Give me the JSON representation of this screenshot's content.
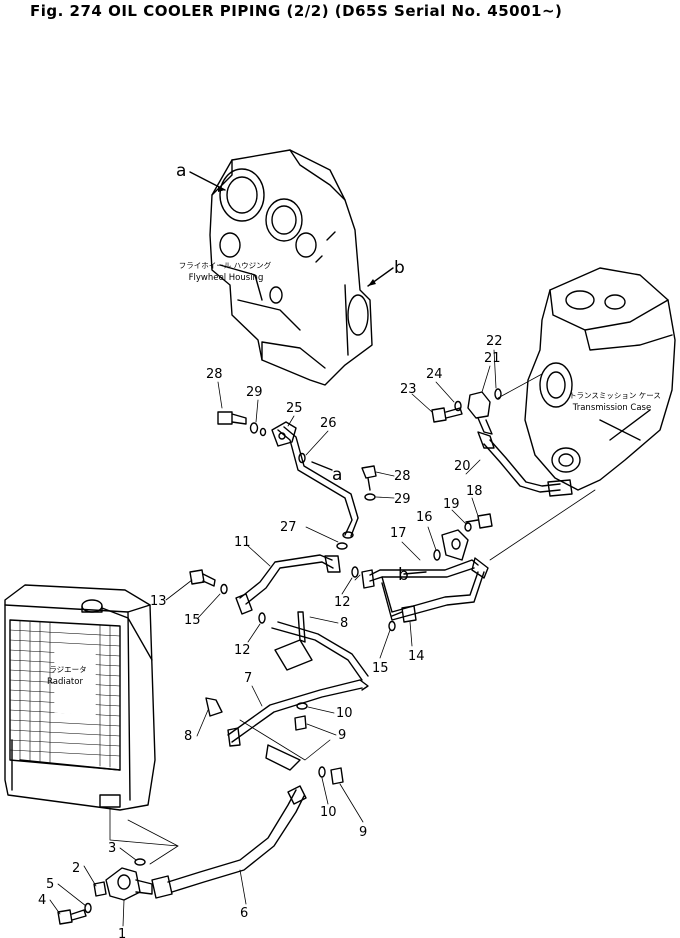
{
  "title": "Fig. 274  OIL COOLER PIPING  (2/2)  (D65S Serial No. 45001~)",
  "labels": {
    "flywheel_housing_jp": "フライホイール ハウジング",
    "flywheel_housing_en": "Flywheel Housing",
    "transmission_case_jp": "トランスミッション ケース",
    "transmission_case_en": "Transmission Case",
    "radiator_jp": "ラジエータ",
    "radiator_en": "Radiator"
  },
  "refs": {
    "a": "a",
    "b": "b"
  },
  "parts": [
    {
      "n": "1"
    },
    {
      "n": "2"
    },
    {
      "n": "3"
    },
    {
      "n": "4"
    },
    {
      "n": "5"
    },
    {
      "n": "6"
    },
    {
      "n": "7"
    },
    {
      "n": "8"
    },
    {
      "n": "8"
    },
    {
      "n": "9"
    },
    {
      "n": "9"
    },
    {
      "n": "10"
    },
    {
      "n": "10"
    },
    {
      "n": "11"
    },
    {
      "n": "12"
    },
    {
      "n": "12"
    },
    {
      "n": "13"
    },
    {
      "n": "14"
    },
    {
      "n": "15"
    },
    {
      "n": "15"
    },
    {
      "n": "16"
    },
    {
      "n": "17"
    },
    {
      "n": "18"
    },
    {
      "n": "19"
    },
    {
      "n": "20"
    },
    {
      "n": "21"
    },
    {
      "n": "22"
    },
    {
      "n": "23"
    },
    {
      "n": "24"
    },
    {
      "n": "25"
    },
    {
      "n": "26"
    },
    {
      "n": "27"
    },
    {
      "n": "28"
    },
    {
      "n": "28"
    },
    {
      "n": "29"
    },
    {
      "n": "29"
    }
  ]
}
